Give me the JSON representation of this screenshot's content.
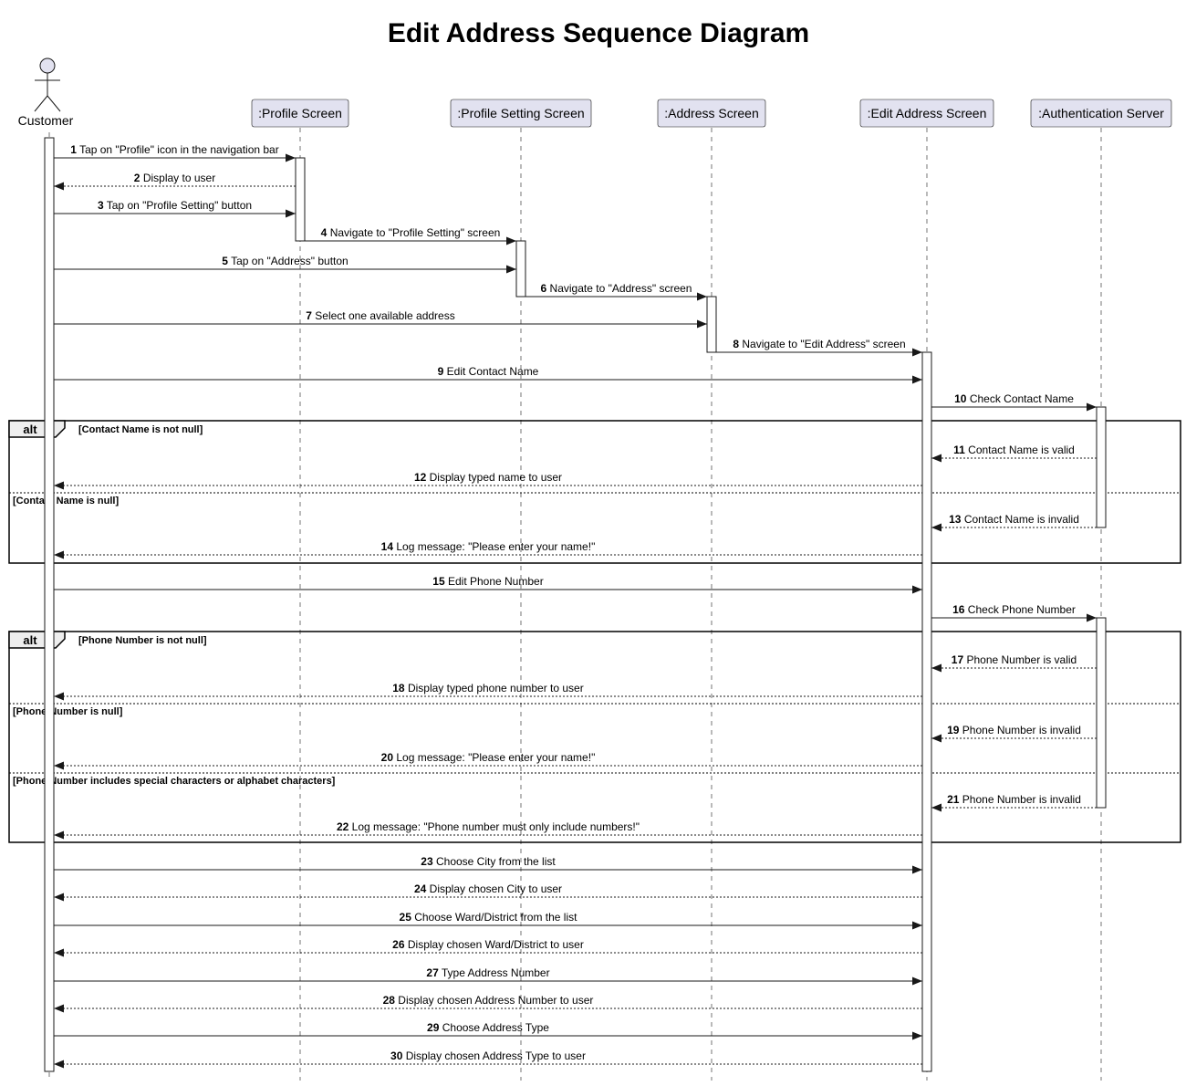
{
  "title": "Edit Address Sequence Diagram",
  "participants": [
    {
      "id": "customer",
      "label": "Customer",
      "kind": "actor"
    },
    {
      "id": "profile",
      "label": ":Profile Screen",
      "kind": "box"
    },
    {
      "id": "profile_setting",
      "label": ":Profile Setting Screen",
      "kind": "box"
    },
    {
      "id": "address",
      "label": ":Address Screen",
      "kind": "box"
    },
    {
      "id": "edit_address",
      "label": ":Edit Address Screen",
      "kind": "box"
    },
    {
      "id": "auth",
      "label": ":Authentication Server",
      "kind": "box"
    }
  ],
  "messages": [
    {
      "num": "1",
      "text": "Tap on \"Profile\" icon in the navigation bar",
      "from": "customer",
      "to": "profile",
      "dashed": false
    },
    {
      "num": "2",
      "text": "Display to user",
      "from": "profile",
      "to": "customer",
      "dashed": true
    },
    {
      "num": "3",
      "text": "Tap on \"Profile Setting\" button",
      "from": "customer",
      "to": "profile",
      "dashed": false
    },
    {
      "num": "4",
      "text": "Navigate to \"Profile Setting\" screen",
      "from": "profile",
      "to": "profile_setting",
      "dashed": false
    },
    {
      "num": "5",
      "text": "Tap on \"Address\" button",
      "from": "customer",
      "to": "profile_setting",
      "dashed": false
    },
    {
      "num": "6",
      "text": "Navigate to \"Address\" screen",
      "from": "profile_setting",
      "to": "address",
      "dashed": false
    },
    {
      "num": "7",
      "text": "Select one available address",
      "from": "customer",
      "to": "address",
      "dashed": false
    },
    {
      "num": "8",
      "text": "Navigate to \"Edit Address\" screen",
      "from": "address",
      "to": "edit_address",
      "dashed": false
    },
    {
      "num": "9",
      "text": "Edit Contact Name",
      "from": "customer",
      "to": "edit_address",
      "dashed": false
    },
    {
      "num": "10",
      "text": "Check Contact Name",
      "from": "edit_address",
      "to": "auth",
      "dashed": false
    },
    {
      "num": "11",
      "text": "Contact Name is valid",
      "from": "auth",
      "to": "edit_address",
      "dashed": true
    },
    {
      "num": "12",
      "text": "Display typed name to user",
      "from": "edit_address",
      "to": "customer",
      "dashed": true
    },
    {
      "num": "13",
      "text": "Contact Name is invalid",
      "from": "auth",
      "to": "edit_address",
      "dashed": true
    },
    {
      "num": "14",
      "text": "Log message: \"Please enter your name!\"",
      "from": "edit_address",
      "to": "customer",
      "dashed": true
    },
    {
      "num": "15",
      "text": "Edit Phone Number",
      "from": "customer",
      "to": "edit_address",
      "dashed": false
    },
    {
      "num": "16",
      "text": "Check Phone Number",
      "from": "edit_address",
      "to": "auth",
      "dashed": false
    },
    {
      "num": "17",
      "text": "Phone Number is valid",
      "from": "auth",
      "to": "edit_address",
      "dashed": true
    },
    {
      "num": "18",
      "text": "Display typed phone number to user",
      "from": "edit_address",
      "to": "customer",
      "dashed": true
    },
    {
      "num": "19",
      "text": "Phone Number is invalid",
      "from": "auth",
      "to": "edit_address",
      "dashed": true
    },
    {
      "num": "20",
      "text": "Log message: \"Please enter your name!\"",
      "from": "edit_address",
      "to": "customer",
      "dashed": true
    },
    {
      "num": "21",
      "text": "Phone Number is invalid",
      "from": "auth",
      "to": "edit_address",
      "dashed": true
    },
    {
      "num": "22",
      "text": "Log message: \"Phone number must only include numbers!\"",
      "from": "edit_address",
      "to": "customer",
      "dashed": true
    },
    {
      "num": "23",
      "text": "Choose City from the list",
      "from": "customer",
      "to": "edit_address",
      "dashed": false
    },
    {
      "num": "24",
      "text": "Display chosen City to user",
      "from": "edit_address",
      "to": "customer",
      "dashed": true
    },
    {
      "num": "25",
      "text": "Choose Ward/District from the list",
      "from": "customer",
      "to": "edit_address",
      "dashed": false
    },
    {
      "num": "26",
      "text": "Display chosen Ward/District to user",
      "from": "edit_address",
      "to": "customer",
      "dashed": true
    },
    {
      "num": "27",
      "text": "Type Address Number",
      "from": "customer",
      "to": "edit_address",
      "dashed": false
    },
    {
      "num": "28",
      "text": "Display chosen Address Number to user",
      "from": "edit_address",
      "to": "customer",
      "dashed": true
    },
    {
      "num": "29",
      "text": "Choose Address Type",
      "from": "customer",
      "to": "edit_address",
      "dashed": false
    },
    {
      "num": "30",
      "text": "Display chosen Address Type to user",
      "from": "edit_address",
      "to": "customer",
      "dashed": true
    }
  ],
  "fragments": [
    {
      "keyword": "alt",
      "sections": [
        {
          "condition": "[Contact Name is not null]"
        },
        {
          "condition": "[Contact Name is null]"
        }
      ]
    },
    {
      "keyword": "alt",
      "sections": [
        {
          "condition": "[Phone Number is not null]"
        },
        {
          "condition": "[Phone Number is null]"
        },
        {
          "condition": "[Phone Number includes special characters or alphabet characters]"
        }
      ]
    }
  ]
}
